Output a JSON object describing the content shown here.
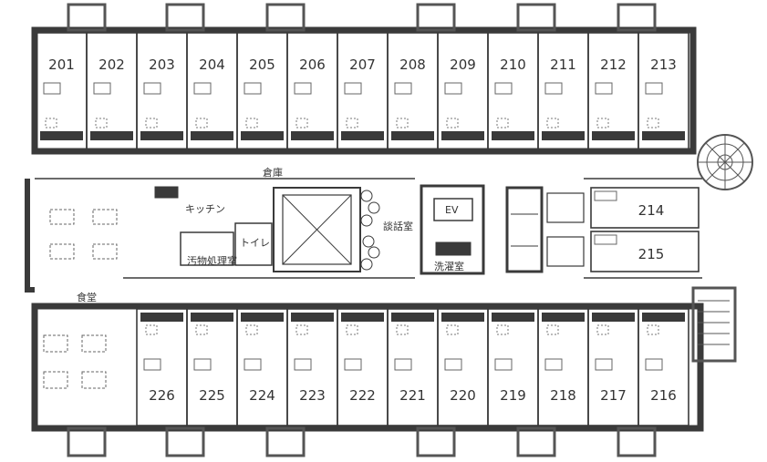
{
  "rooms_top": [
    "201",
    "202",
    "203",
    "204",
    "205",
    "206",
    "207",
    "208",
    "209",
    "210",
    "211",
    "212",
    "213"
  ],
  "rooms_bottom": [
    "226",
    "225",
    "224",
    "223",
    "222",
    "221",
    "220",
    "219",
    "218",
    "217",
    "216"
  ],
  "rooms_right": [
    "214",
    "215"
  ],
  "labels": {
    "storage": "倉庫",
    "kitchen": "キッチン",
    "toilet": "トイレ",
    "soiled": "汚物処理室",
    "lounge": "談話室",
    "laundry": "洗濯室",
    "elevator": "EV",
    "dining": "食堂"
  },
  "colors": {
    "wall": "#3a3a3a",
    "line": "#555555",
    "fill": "#ffffff"
  }
}
